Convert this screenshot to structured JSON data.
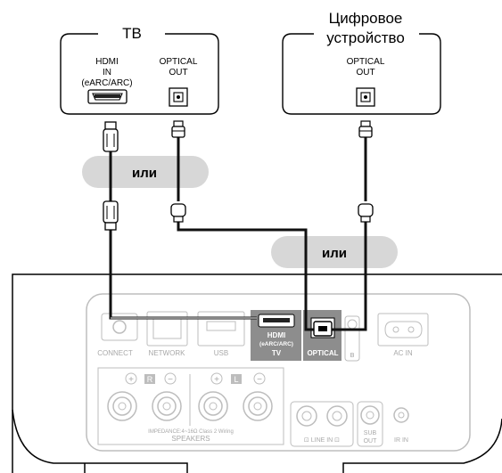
{
  "tv_box": {
    "title": "ТВ",
    "hdmi_label": [
      "HDMI",
      "IN",
      "(eARC/ARC)"
    ],
    "optical_label": [
      "OPTICAL",
      "OUT"
    ]
  },
  "digital_box": {
    "title": [
      "Цифровое",
      "устройство"
    ],
    "optical_label": [
      "OPTICAL",
      "OUT"
    ]
  },
  "or_label_1": "или",
  "or_label_2": "или",
  "panel": {
    "connect": "CONNECT",
    "network": "NETWORK",
    "usb": "USB",
    "hdmi_port": [
      "HDMI",
      "(eARC/ARC)",
      "TV"
    ],
    "optical_port": "OPTICAL",
    "bluetooth_symbol": "ʙ",
    "ac_in": "AC IN",
    "speaker_r": "R",
    "speaker_l": "L",
    "speaker_plus": "+",
    "speaker_minus": "−",
    "impedance": "IMPEDANCE:4~16Ω Class 2 Wiring",
    "speakers": "SPEAKERS",
    "line_in": "⊡ LINE IN ⊡",
    "sub_out": [
      "SUB",
      "OUT"
    ],
    "ir_in": "IR IN"
  },
  "colors": {
    "cable": "#111111",
    "pill": "#d7d7d7",
    "panel_stroke": "#bdbdbd",
    "highlight": "#8d8d8d"
  }
}
